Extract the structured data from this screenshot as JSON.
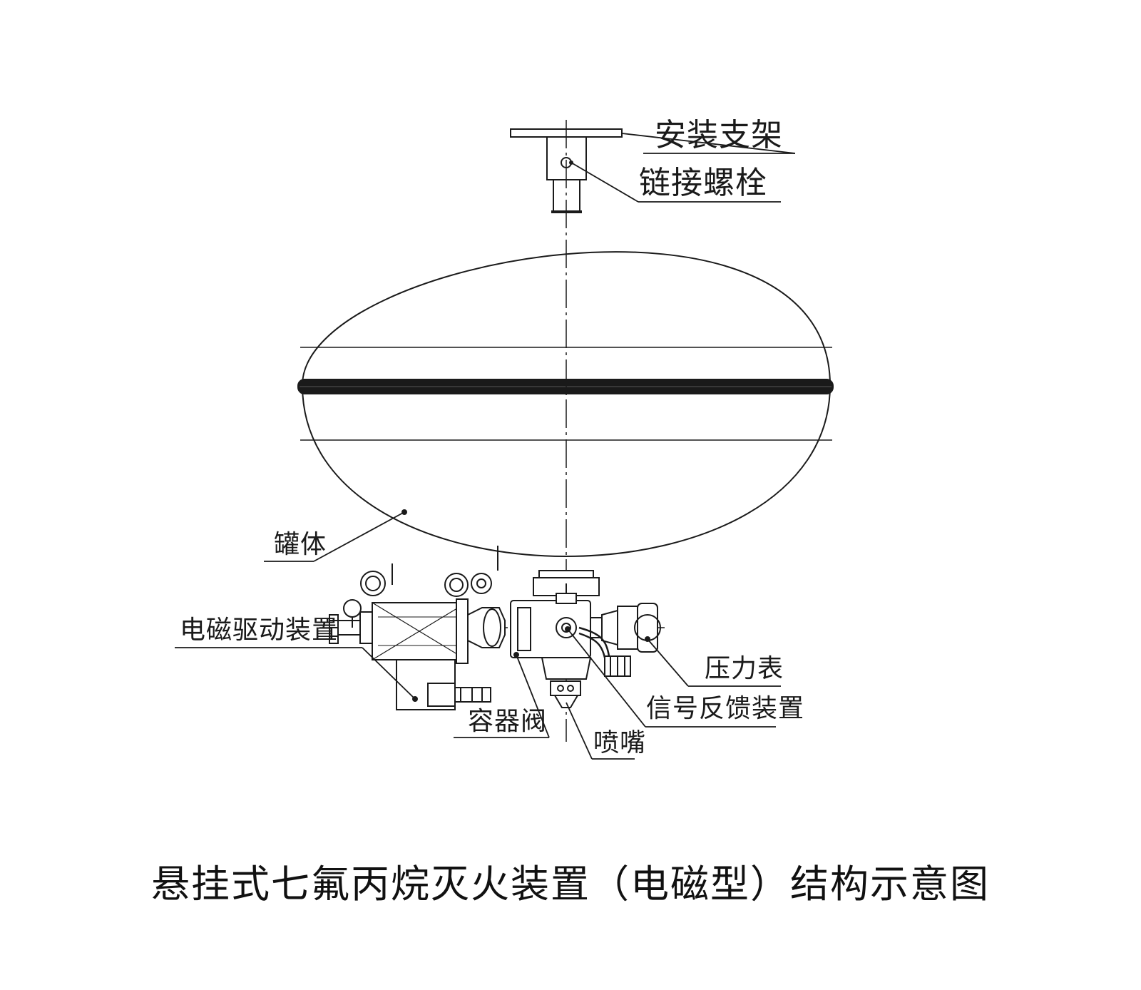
{
  "labels": {
    "mount_bracket": "安装支架",
    "link_bolt": "链接螺栓",
    "tank_body": "罐体",
    "solenoid_drive": "电磁驱动装置",
    "pressure_gauge": "压力表",
    "signal_feedback": "信号反馈装置",
    "container_valve": "容器阀",
    "nozzle": "喷嘴"
  },
  "caption": "悬挂式七氟丙烷灭火装置（电磁型）结构示意图",
  "colors": {
    "line": "#1a1a1a",
    "background": "#ffffff"
  }
}
